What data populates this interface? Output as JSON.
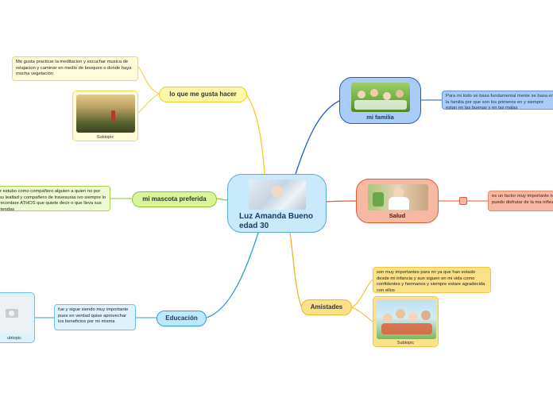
{
  "center": {
    "title": "Luz Amanda Bueno edad 30"
  },
  "branches": {
    "gusta": {
      "label": "lo que me gusta hacer",
      "note": "Me gusta practicar la meditacion y escuchar musica de relajacion y caminar en medio de bosques o donde haya mucha vegetación",
      "subtopic": "Subtopic"
    },
    "mascota": {
      "label": "mi mascota preferida",
      "note": "z estubo como compañero alguien a quien no por su lealtad y compañero de travesuras ivo siempre lo recordare ATHOS que quiete decir o que lleva sus riendas"
    },
    "educacion": {
      "label": "Educación",
      "note": "fue y sigue siendo muy importante pues en verdad quise aprovechar los beneficios por mi misma",
      "subtopic": "ubtopic"
    },
    "familia": {
      "label": "mi familia",
      "note": "Para mi  todo se basa fundamental mente se basa en la familia por que son los primeros en y siempre estan en las buenas y en las malas"
    },
    "salud": {
      "label": "Salud",
      "note": "es un factor muy importante no puedo disfrutar de la ma niñez"
    },
    "amistades": {
      "label": "Amistades",
      "note": "son muy importantes para mi ya que han estado desde mi infancia y aun siguen en mi vida como confidentes y hermanos y siempre estare agradecida con ellos",
      "subtopic": "Subtopic"
    }
  },
  "colors": {
    "center": "#c9eafb",
    "familia": "#a9cdf8",
    "salud": "#f7b8a4",
    "amistades": "#fde08a",
    "gusta": "#fff7a8",
    "mascota": "#d8f59a",
    "educacion": "#bfe8fa"
  }
}
